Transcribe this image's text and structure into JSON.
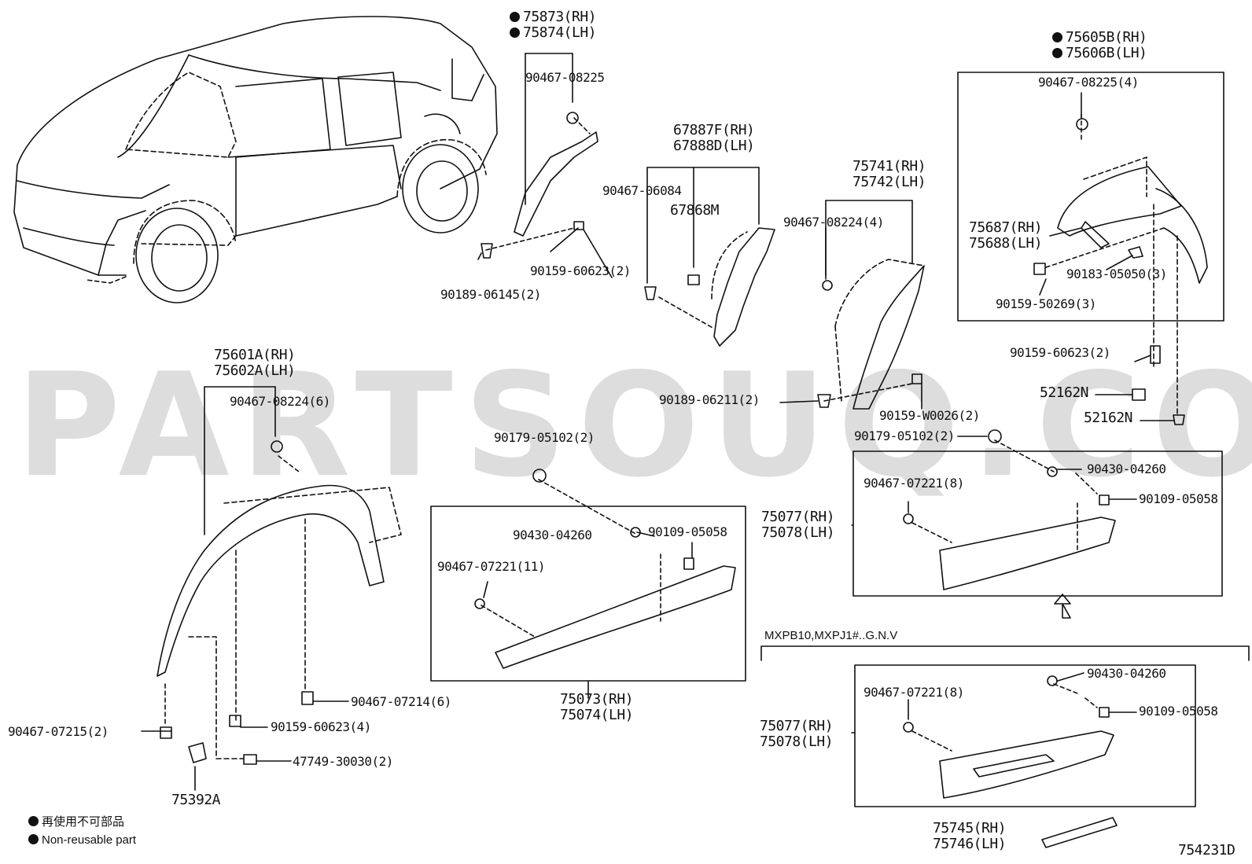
{
  "watermark": "PARTSOUQ.COM",
  "diagram_code": "754231D",
  "variant_note": "MXPB10,MXPJ1#..G.N.V",
  "legend": {
    "jp": "再使用不可部品",
    "en": "Non-reusable part"
  },
  "groups": {
    "arch_rear_upper": [
      "75873(RH)",
      "75874(LH)"
    ],
    "arch_center_upper": [
      "67887F(RH)",
      "67888D(LH)"
    ],
    "arch_center_right": [
      "75741(RH)",
      "75742(LH)"
    ],
    "arch_rear_right": [
      "75605B(RH)",
      "75606B(LH)"
    ],
    "front_fender": [
      "75601A(RH)",
      "75602A(LH)"
    ],
    "rocker_center": [
      "75073(RH)",
      "75074(LH)"
    ],
    "rocker_right_a": [
      "75077(RH)",
      "75078(LH)"
    ],
    "rocker_right_b": [
      "75077(RH)",
      "75078(LH)"
    ],
    "rocker_emblem": [
      "75745(RH)",
      "75746(LH)"
    ],
    "arch_inner_right": [
      "75687(RH)",
      "75688(LH)"
    ]
  },
  "labels": {
    "p1": "90467-08225",
    "p2": "90159-60623(2)",
    "p3": "90189-06145(2)",
    "p4": "90467-06084",
    "p5": "67868M",
    "p6": "90467-08224(4)",
    "p7": "90467-08225(4)",
    "p8": "90183-05050(3)",
    "p9": "90159-50269(3)",
    "p10": "90159-60623(2)",
    "p11": "52162N",
    "p12": "52162N",
    "p13": "90189-06211(2)",
    "p14": "90159-W0026(2)",
    "p15": "90179-05102(2)",
    "p16": "90430-04260",
    "p17": "90109-05058",
    "p18": "90467-07221(8)",
    "p19": "90467-08224(6)",
    "p20": "90179-05102(2)",
    "p21": "90430-04260",
    "p22": "90109-05058",
    "p23": "90467-07221(11)",
    "p24": "90467-07214(6)",
    "p25": "90467-07215(2)",
    "p26": "90159-60623(4)",
    "p27": "47749-30030(2)",
    "p28": "75392A",
    "p29": "90430-04260",
    "p30": "90109-05058",
    "p31": "90467-07221(8)"
  }
}
